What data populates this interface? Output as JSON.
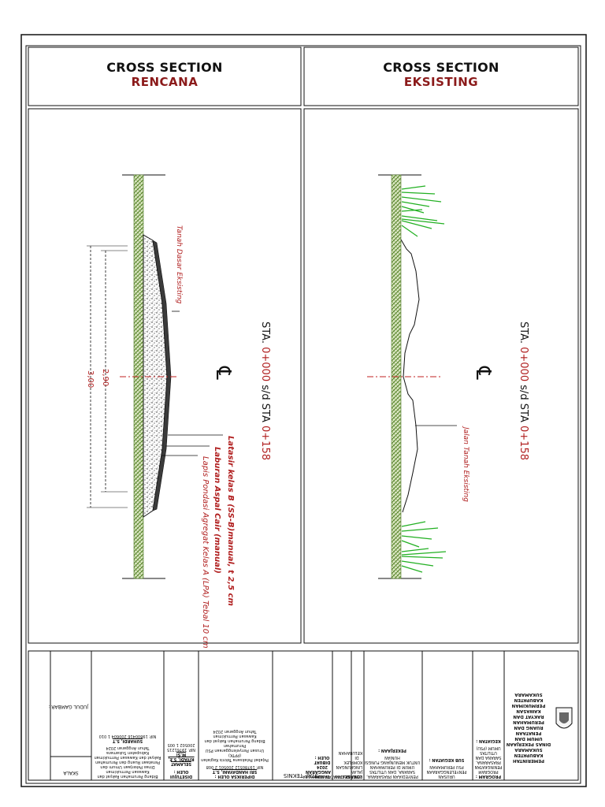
{
  "panels": {
    "left": {
      "title": "CROSS SECTION",
      "subtitle": "RENCANA"
    },
    "right": {
      "title": "CROSS SECTION",
      "subtitle": "EKSISTING"
    }
  },
  "station": {
    "prefix": "STA.",
    "from": "0+000",
    "sep": "s/d",
    "sta_word": "STA",
    "to": "0+158"
  },
  "centerline_symbol": "℄",
  "dimensions": {
    "inner": "2,90",
    "outer": "3,00"
  },
  "annotations": {
    "tanah_dasar": "Tanah Dasar Eksisting",
    "latasir": "Latasir kelas B (SS-B)manual, t 2,5 cm",
    "laburan": "Laburan Aspal Cair (manual)",
    "lapis_pondasi": "Lapis Pondasi Agregat Kelas A (LPA) Tebal 10 cm",
    "jalan_tanah": "Jalan Tanah Eksisting"
  },
  "title_block": {
    "agency": {
      "line1": "PEMERINTAH KABUPATEN SUKAMARA",
      "line2": "DINAS PEKERJAAN UMUM DAN PENATAAN",
      "line3": "RUANG DAN PERUMAHAN RAKYAT DAN",
      "line4": "KAWASAN PERMUKIMAN",
      "line5": "KABUPATEN SUKAMARA"
    },
    "program_label": "PROGRAM :",
    "program_value": "PROGRAM PENINGKATAN PRASARANA, SARANA DAN UTILITAS UMUM (PSU)",
    "kegiatan_label": "KEGIATAN :",
    "kegiatan_value": "URUSAN PENYELENGGARAAN PSU PERUMAHAN",
    "sub_label": "SUB KEGIATAN :",
    "sub_value": "PENYEDIAAN PRASARANA, SARANA, DAN UTILITAS UMUM DI PERUMAHAN UNTUK MENUNJANG FUNGSI HUNIAN",
    "pekerjaan_label": "PEKERJAAN :",
    "pekerjaan_value": "PENINGKATAN JALAN LINGKUNGAN KOMPLEK DI KELURAHAN",
    "lokasi_label": "LOKASI :",
    "lokasi_value": "KECAMATAN SUKAMARA",
    "tahun_label": "TAHUN ANGGARAN 2024",
    "dibuat_label": "DIBUAT OLEH :",
    "dibuat_value": "STAF TEKNIS",
    "diperiksa_label": "DIPERIKSA OLEH :",
    "diperiksa_name": "SRI HANDAYANI, S.T",
    "diperiksa_nip": "NIP. 19780512 200501 2 008",
    "pptk_line1": "Pejabat Pelaksana Teknis Kegiatan (PPTK)",
    "pptk_line2": "Urusan Penyelenggaraan PSU Perumahan",
    "pptk_line3": "Bidang Perumahan Rakyat dan Kawasan Permukiman",
    "pptk_line4": "Tahun Anggaran 2024",
    "disetujui_label": "DISETUJUI OLEH :",
    "disetujui_name": "SELAMAT RIYADI, S.E, M.Si",
    "disetujui_nip": "NIP. 19761215 200502 1 005",
    "kabid_name": "SUHARDI, S.T",
    "kabid_nip": "NIP. 19800416 200604 1 010",
    "kabid_line1": "Bidang Perumahan Rakyat dan Kawasan Permukiman",
    "kabid_line2": "Dinas Pekerjaan Umum dan Penataan Ruang dan Perumahan",
    "kabid_line3": "Rakyat dan Kawasan Permukiman Kabupaten Sukamara",
    "kabid_line4": "Tahun Anggaran 2024",
    "judul_label": "JUDUL GAMBAR :",
    "skala_label": "SKALA"
  },
  "colors": {
    "accent_red": "#8b1a1a",
    "callout_red": "#b01e1e",
    "ground_green": "#5a8a2e",
    "grass_green": "#22b022",
    "line": "#111111"
  }
}
